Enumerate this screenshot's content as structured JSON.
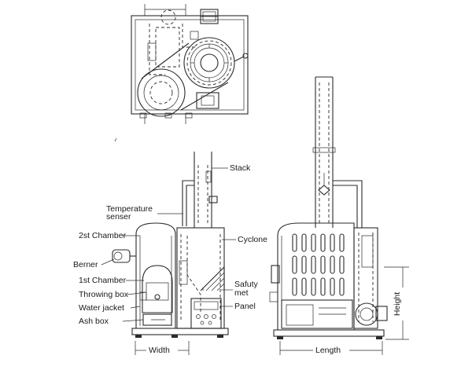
{
  "labels": {
    "stack": "Stack",
    "temperature_sensor_line1": "Temperature",
    "temperature_sensor_line2": "senser",
    "chamber_2": "2st Chamber",
    "cyclone": "Cyclone",
    "burner": "Berner",
    "chamber_1": "1st Chamber",
    "safety_mat_line1": "Safuty",
    "safety_mat_line2": "met",
    "throwing_box": "Throwing box",
    "panel": "Panel",
    "water_jacket": "Water jacket",
    "ash_box": "Ash box",
    "width": "Width",
    "length": "Length",
    "height": "Height"
  }
}
